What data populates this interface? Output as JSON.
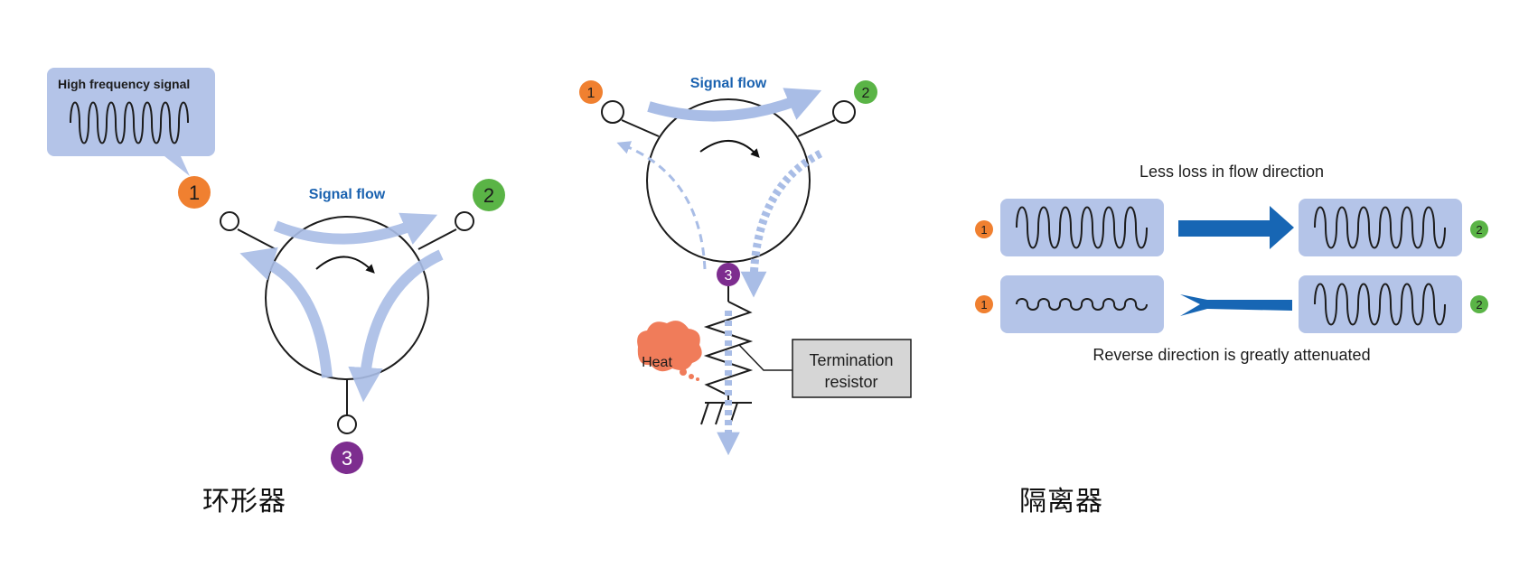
{
  "circulator": {
    "signal_box_label": "High frequency signal",
    "signal_flow_label": "Signal flow",
    "port1": "1",
    "port2": "2",
    "port3": "3",
    "caption": "环形器"
  },
  "isolator_circuit": {
    "signal_flow_label": "Signal flow",
    "port1": "1",
    "port2": "2",
    "port3": "3",
    "heat_label": "Heat",
    "termination_line1": "Termination",
    "termination_line2": "resistor",
    "caption": "隔离器"
  },
  "isolator_behavior": {
    "top_label": "Less loss in flow direction",
    "bottom_label": "Reverse direction is greatly attenuated",
    "port1": "1",
    "port2": "2"
  },
  "colors": {
    "port1": "#f08030",
    "port2": "#5ab446",
    "port3": "#7d2d8f",
    "flow_arrow": "#a9bde6",
    "signal_box": "#b4c4e8",
    "title_blue": "#1a62b0",
    "solid_arrow": "#1766b4",
    "heat": "#f07c5a"
  },
  "icons": [
    "sine-wave-icon",
    "rotation-arrow-icon",
    "resistor-icon",
    "ground-icon",
    "heat-cloud-icon",
    "right-arrow-icon",
    "left-arrow-icon"
  ]
}
